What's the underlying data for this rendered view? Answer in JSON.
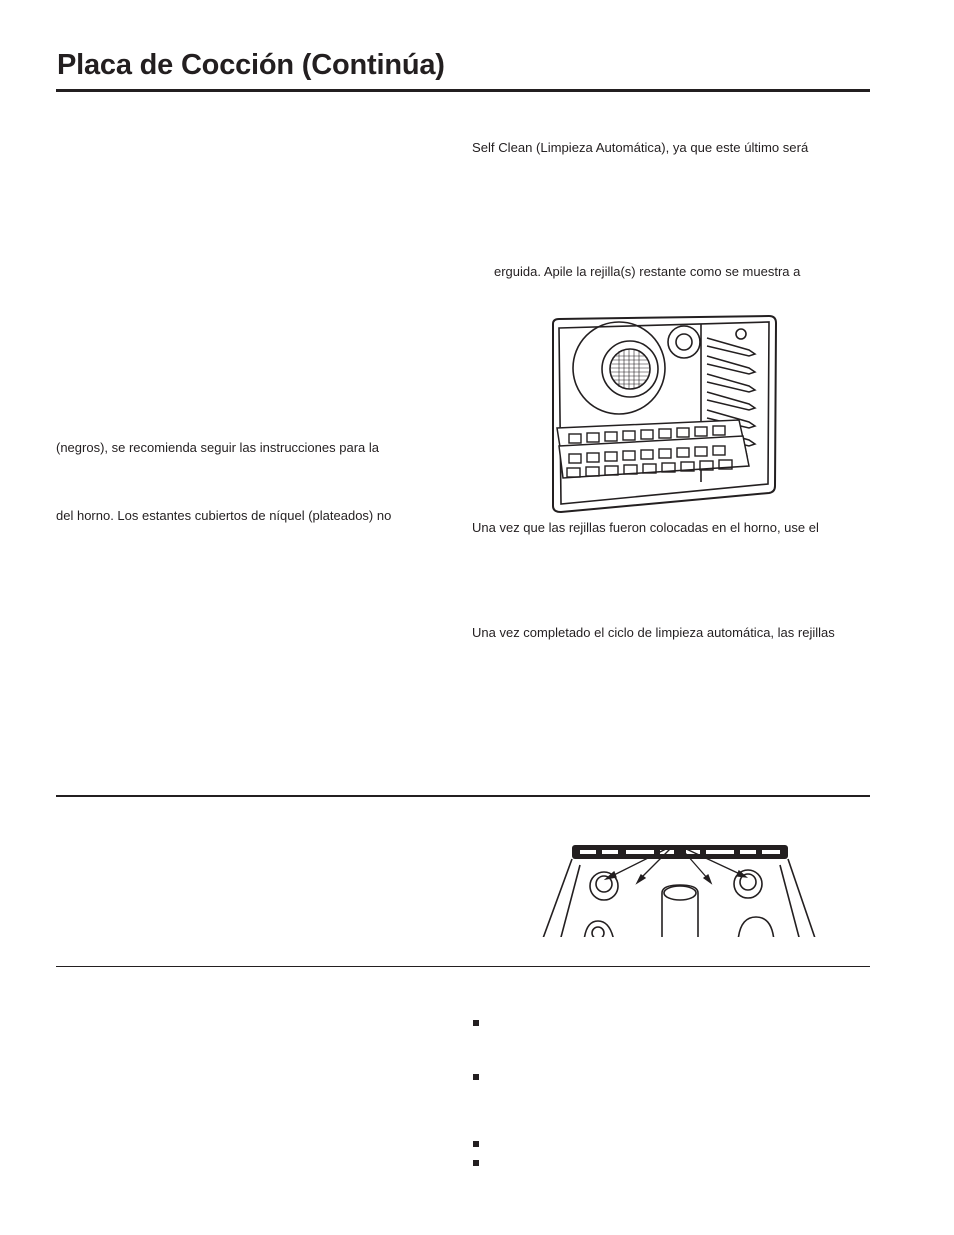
{
  "page": {
    "title": "Placa de Cocción (Continúa)"
  },
  "left_column": {
    "line_1": "(negros), se recomienda seguir las instrucciones para la",
    "line_2": "del horno. Los estantes cubiertos de níquel (plateados) no"
  },
  "right_column": {
    "line_1": "Self Clean (Limpieza Automática), ya que este último será",
    "line_2": "erguida. Apile la rejilla(s) restante como se muestra a",
    "line_3": "Una vez que las rejillas fueron colocadas en el horno, use el",
    "line_4": "Una vez completado el ciclo de limpieza automática, las rejillas"
  },
  "illustrations": {
    "oven_racks": "oven-with-stacked-grates",
    "cooktop_burners": "cooktop-burners-with-arrows"
  },
  "bullets": {
    "count": 4
  },
  "colors": {
    "text": "#231f20",
    "rule": "#231f20",
    "background": "#ffffff"
  }
}
